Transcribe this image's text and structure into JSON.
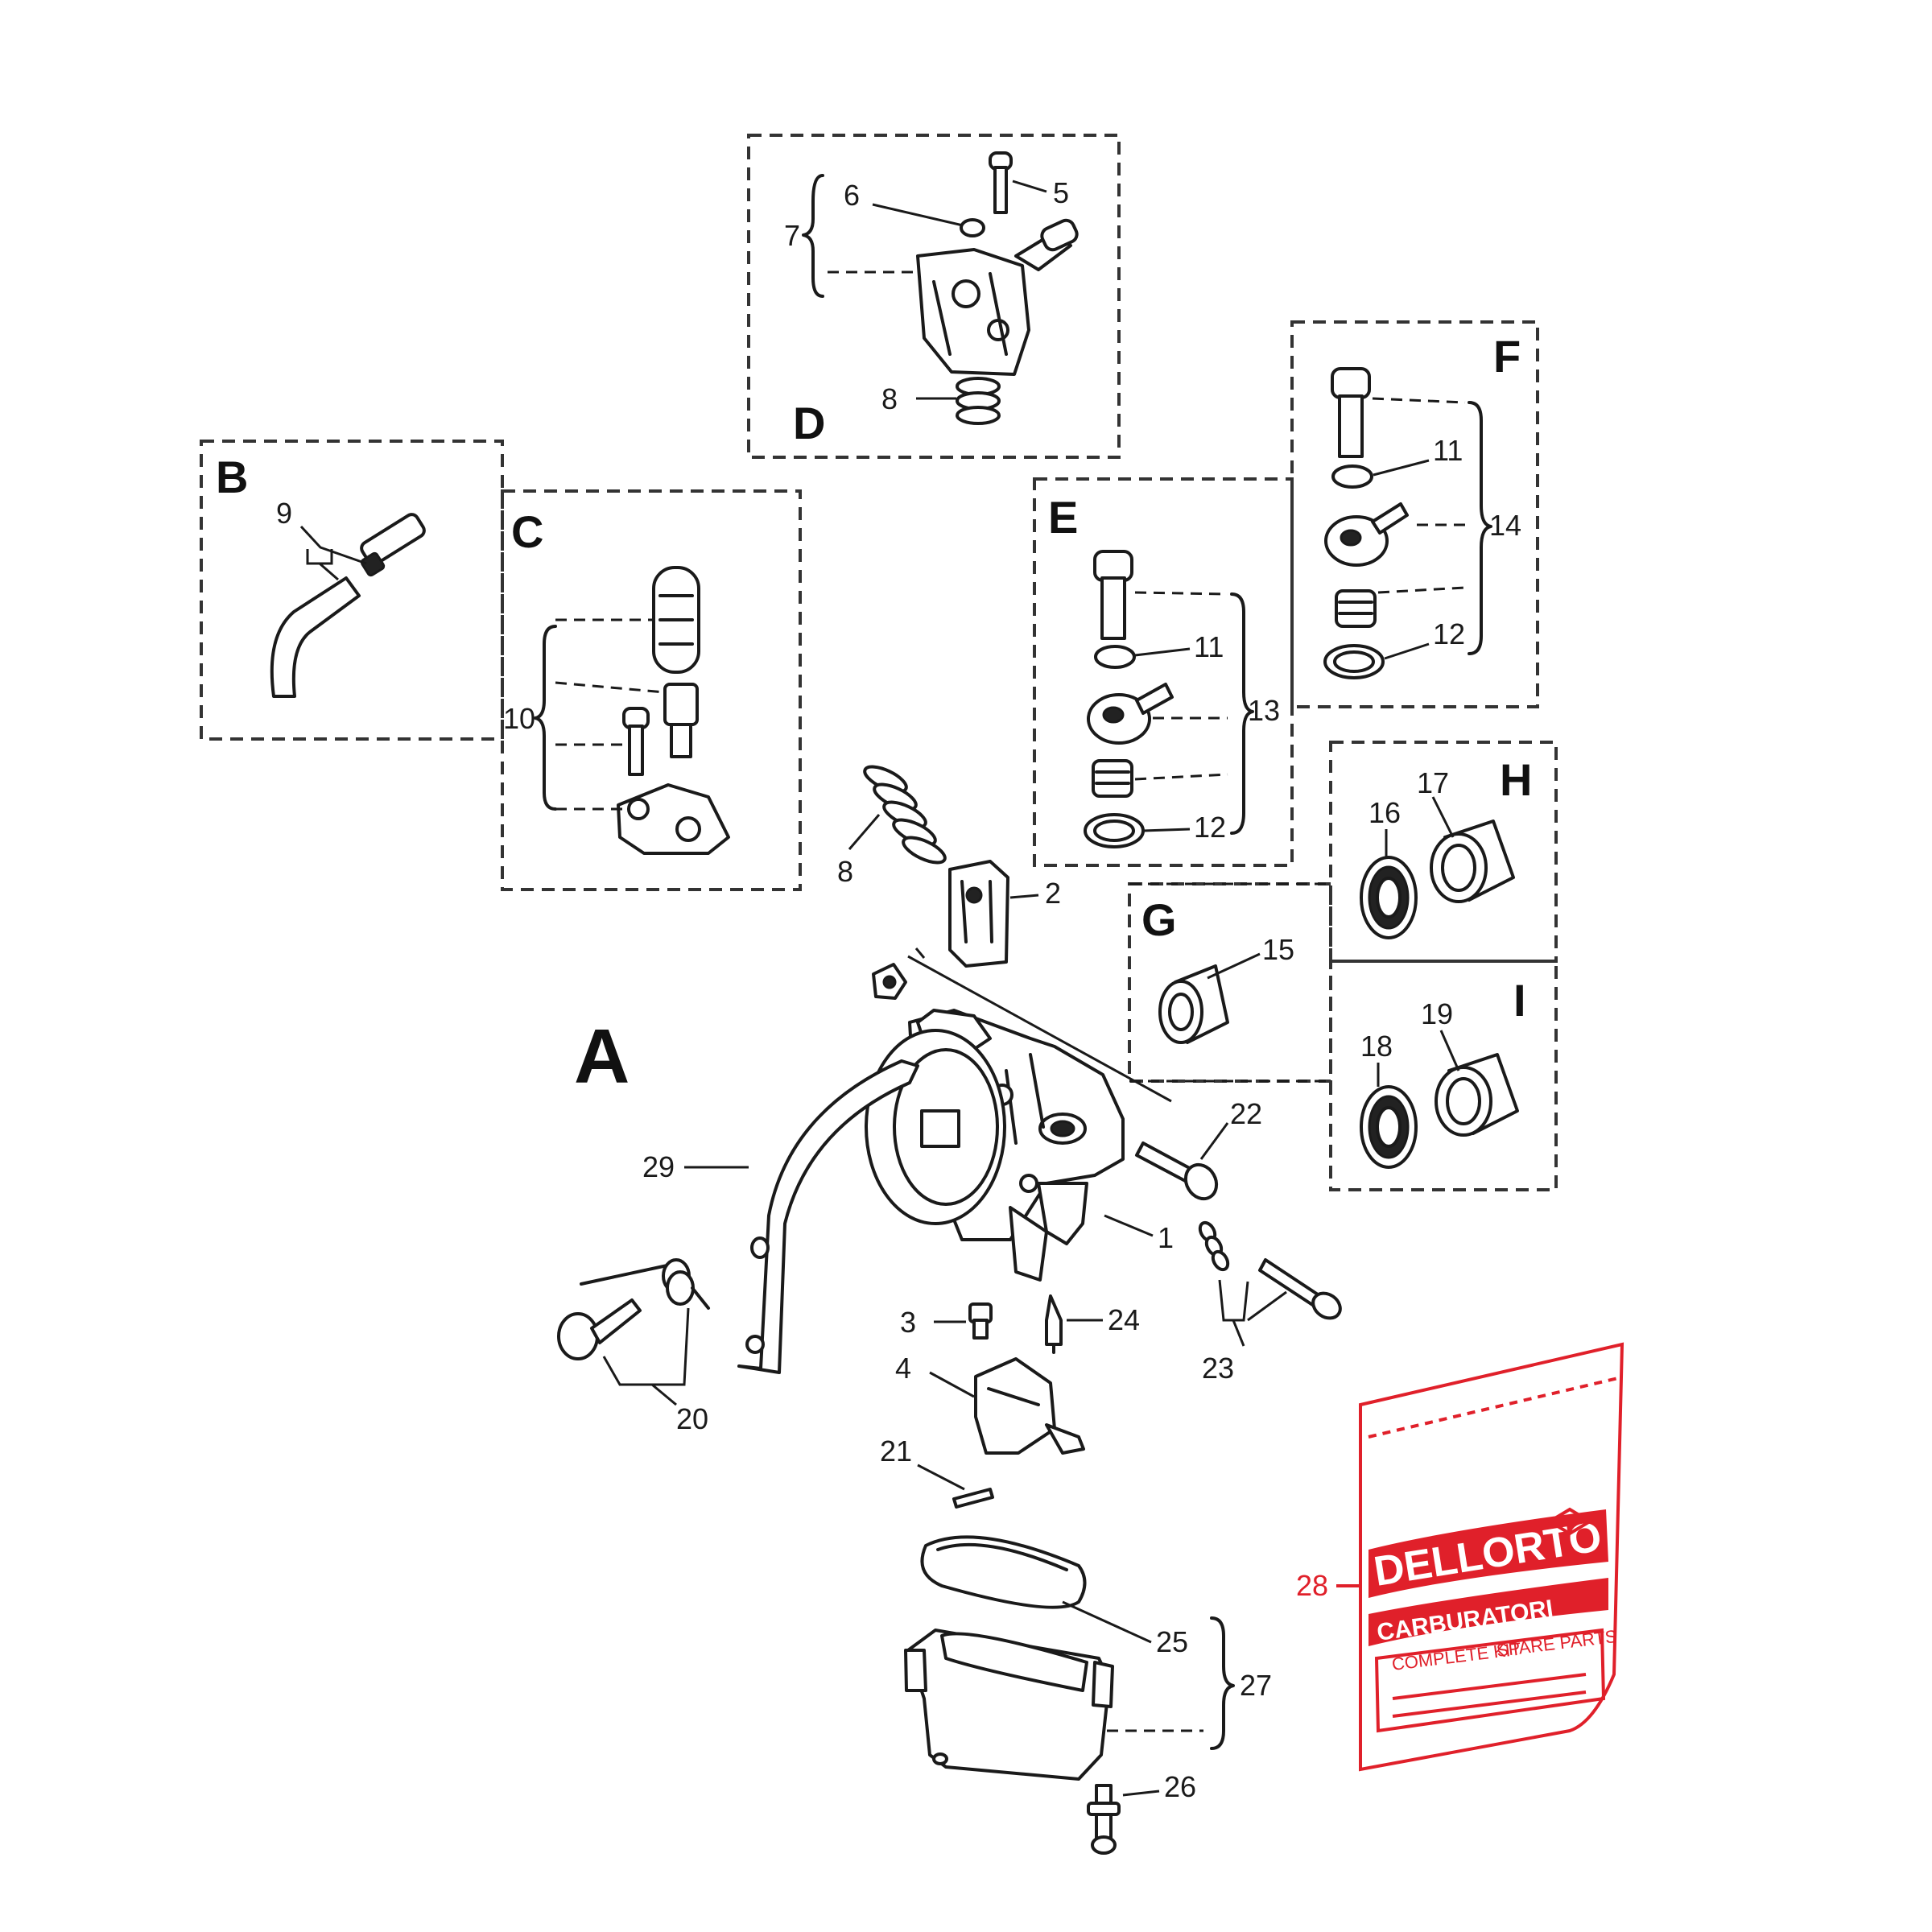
{
  "groups": {
    "A": "A",
    "B": "B",
    "C": "C",
    "D": "D",
    "E": "E",
    "F": "F",
    "G": "G",
    "H": "H",
    "I": "I"
  },
  "parts": {
    "p1": "1",
    "p2": "2",
    "p3": "3",
    "p4": "4",
    "p5": "5",
    "p6": "6",
    "p7": "7",
    "p8_top": "8",
    "p8_left": "8",
    "p9": "9",
    "p10": "10",
    "p11_f": "11",
    "p11_e": "11",
    "p12_f": "12",
    "p12_e": "12",
    "p13": "13",
    "p14": "14",
    "p15": "15",
    "p16": "16",
    "p17": "17",
    "p18": "18",
    "p19": "19",
    "p20": "20",
    "p21": "21",
    "p22": "22",
    "p23": "23",
    "p24": "24",
    "p25": "25",
    "p26": "26",
    "p27": "27",
    "p28": "28",
    "p29": "29"
  },
  "kit_bag": {
    "brand": "DELLORTO",
    "line2": "CARBURATORI",
    "line3": "COMPLETE KIT",
    "line4": "SPARE PARTS"
  },
  "colors": {
    "ink": "#1a1a1a",
    "highlight": "#e0202a"
  }
}
